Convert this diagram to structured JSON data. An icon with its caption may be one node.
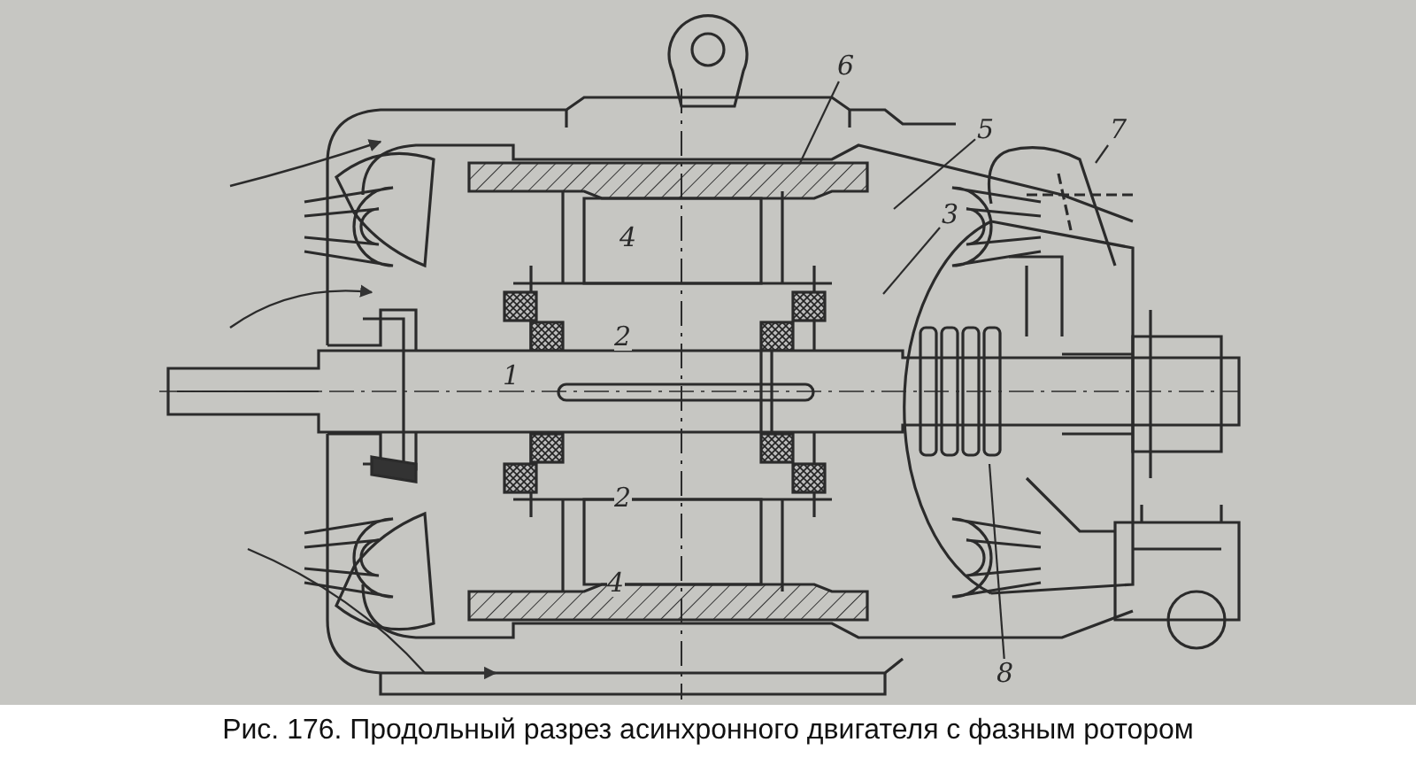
{
  "diagram": {
    "caption": "Рис. 176. Продольный разрез асинхронного двигателя с фазным ротором",
    "nodes": [
      {
        "text": [
          "6"
        ]
      },
      {
        "text": [
          "5"
        ]
      },
      {
        "text": [
          "7"
        ]
      },
      {
        "text": [
          "3"
        ]
      },
      {
        "text": [
          "8"
        ]
      }
    ],
    "edges": [
      {
        "from": 0,
        "to": null,
        "arrow": "none"
      },
      {
        "from": 1,
        "to": null,
        "arrow": "none"
      },
      {
        "from": 2,
        "to": null,
        "arrow": "none"
      },
      {
        "from": 3,
        "to": null,
        "arrow": "none"
      },
      {
        "from": 4,
        "to": null,
        "arrow": "none"
      }
    ],
    "labels": [
      "4",
      "2",
      "1",
      "2",
      "4"
    ]
  }
}
